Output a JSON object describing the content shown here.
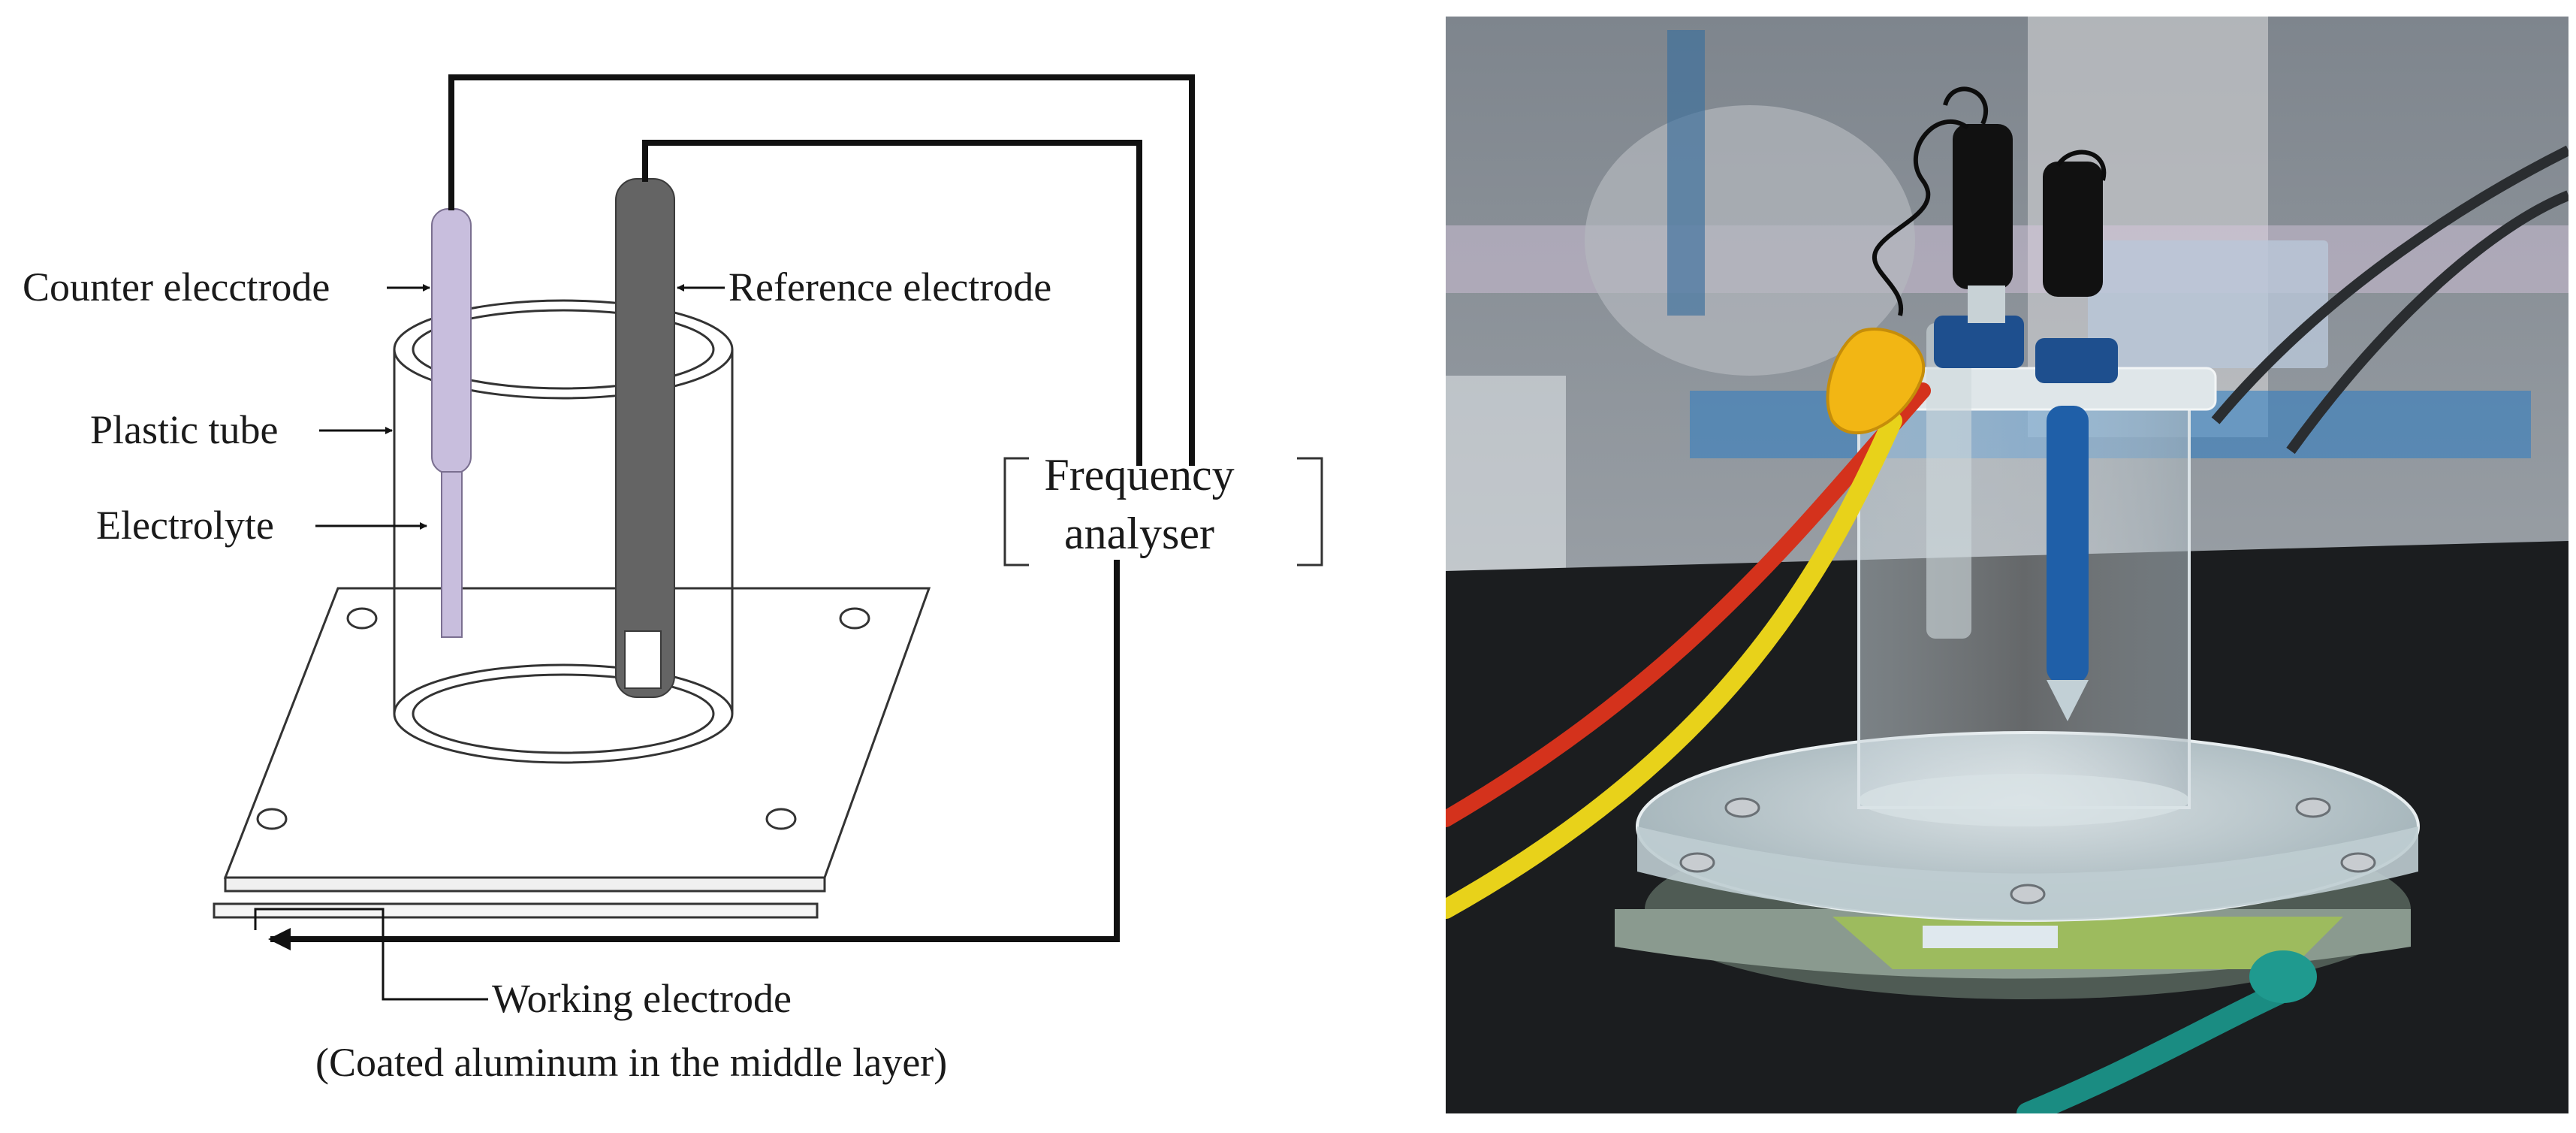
{
  "diagram": {
    "labels": {
      "counter": "Counter elecctrode",
      "plastic": "Plastic tube",
      "electrolyte": "Electrolyte",
      "reference": "Reference electrode",
      "analyser_line1": "Frequency",
      "analyser_line2": "analyser",
      "working": "Working electrode",
      "working_note": "(Coated aluminum in the middle layer)"
    },
    "colors": {
      "counter_electrode": "#c8bedd",
      "reference_electrode": "#646464",
      "wire": "#111111",
      "line": "#333333"
    }
  },
  "photo": {
    "colors": {
      "table": "#1a1c1e",
      "background": "#8a8f96",
      "yellow_cable": "#e8d21a",
      "red_cable": "#d4321c",
      "teal_cable": "#1a8c82",
      "electrode_blue": "#1f5fa8"
    }
  }
}
